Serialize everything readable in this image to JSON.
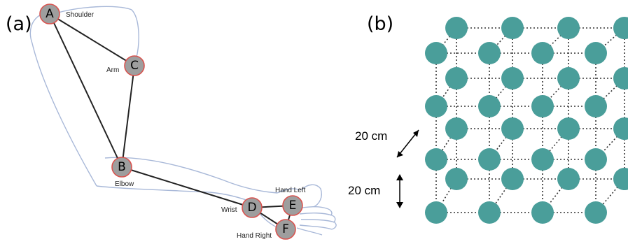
{
  "panel_a": {
    "label": "(a)",
    "nodes": {
      "A": {
        "letter": "A",
        "caption": "Shoulder"
      },
      "B": {
        "letter": "B",
        "caption": "Elbow"
      },
      "C": {
        "letter": "C",
        "caption": "Arm"
      },
      "D": {
        "letter": "D",
        "caption": "Wrist"
      },
      "E": {
        "letter": "E",
        "caption": "Hand Left"
      },
      "F": {
        "letter": "F",
        "caption": "Hand Right"
      }
    },
    "edges": [
      [
        "A",
        "B"
      ],
      [
        "A",
        "C"
      ],
      [
        "C",
        "B"
      ],
      [
        "B",
        "D"
      ],
      [
        "D",
        "E"
      ],
      [
        "D",
        "F"
      ],
      [
        "E",
        "F"
      ]
    ]
  },
  "panel_b": {
    "label": "(b)",
    "dimension_diagonal": "20 cm",
    "dimension_vertical": "20 cm",
    "grid": {
      "columns": 4,
      "rows": 4,
      "layers": 2
    },
    "node_color": "#4a9e9a"
  }
}
